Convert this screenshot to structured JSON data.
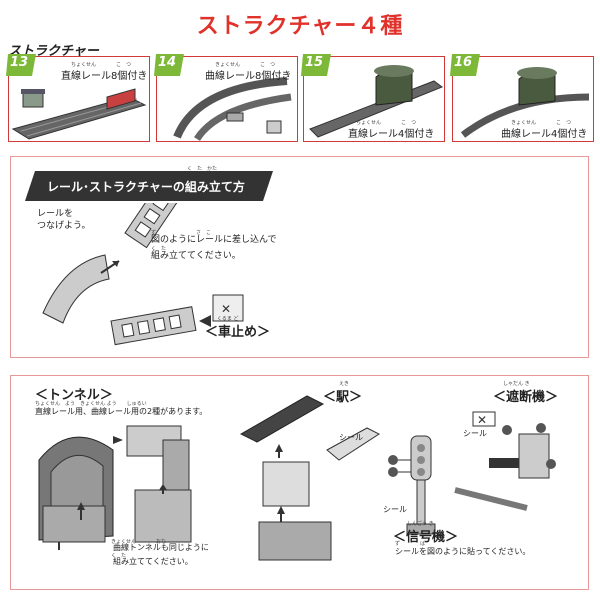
{
  "header": {
    "title": "ストラクチャー４種",
    "subtitle": "ストラクチャー"
  },
  "products": [
    {
      "number": "13",
      "label": "直線レール8個付き",
      "ruby": "ちょくせん　　　　こ　つ"
    },
    {
      "number": "14",
      "label": "曲線レール8個付き",
      "ruby": "きょくせん　　　　こ　つ"
    },
    {
      "number": "15",
      "label": "直線レール4個付き",
      "ruby": "ちょくせん　　　　こ　つ"
    },
    {
      "number": "16",
      "label": "曲線レール4個付き",
      "ruby": "きょくせん　　　　こ　つ"
    }
  ],
  "assembly": {
    "heading": "レール･ストラクチャーの組み立て方",
    "heading_ruby": "く　た　かた",
    "step1_line1": "レールを",
    "step1_line2": "つなげよう。",
    "step2_ruby": "ず　　　　　　　　さ　こ",
    "step2_line1": "図のようにレールに差し込んで",
    "step2_line2": "組み立ててください。",
    "step2_ruby2": "く　た",
    "buffer_label": "＜車止め＞",
    "buffer_ruby": "くるま ど"
  },
  "structures": {
    "tunnel_title": "＜トンネル＞",
    "tunnel_ruby": "ちょくせん　よう　きょくせん よう　　しゅるい",
    "tunnel_note": "直線レール用、曲線レール用の2種があります。",
    "tunnel_note2_ruby": "きょくせん　　　　おな",
    "tunnel_note2_line1": "曲線トンネルも同じように",
    "tunnel_note2_line2": "組み立ててください。",
    "tunnel_note2_ruby2": "く　た",
    "station_title": "＜駅＞",
    "station_ruby": "えき",
    "seal_label_1": "シール",
    "seal_label_2": "シール",
    "seal_label_3": "シール",
    "signal_title": "＜信号機＞",
    "signal_ruby": "しんごう き",
    "crossing_title": "＜遮断機＞",
    "crossing_ruby": "しゃだん き",
    "seal_note": "シールを図のように貼ってください。",
    "seal_note_ruby": "ず　　　　は"
  },
  "colors": {
    "accent": "#e0312a",
    "badge": "#7db838",
    "banner": "#333333",
    "border": "#d03a3a"
  }
}
